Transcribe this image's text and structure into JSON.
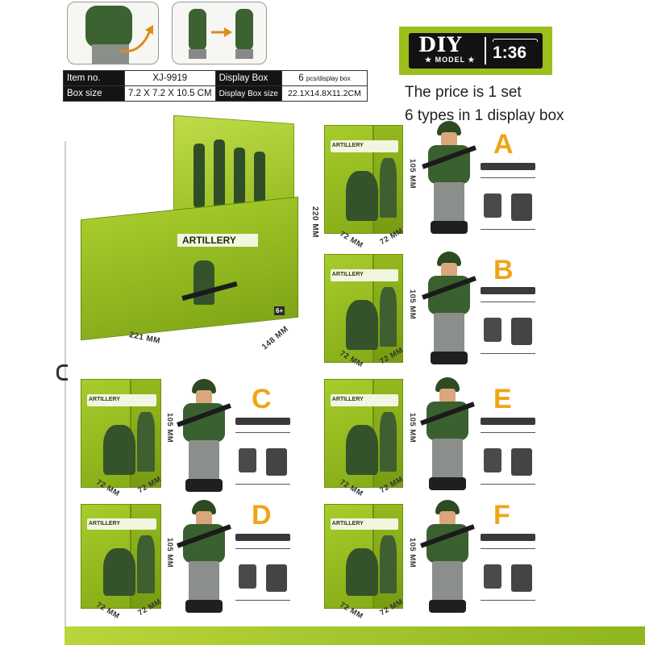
{
  "spec_table": {
    "rows": [
      {
        "label1": "Item no.",
        "value1": "XJ-9919",
        "label2": "Display Box",
        "value2_num": "6",
        "value2_unit": "pcs/display box"
      },
      {
        "label1": "Box size",
        "value1": "7.2 X 7.2 X 10.5 CM",
        "label2": "Display Box size",
        "value2_num": "22.1X14.8X11.2CM",
        "value2_unit": ""
      }
    ]
  },
  "badge": {
    "diy": "DIY",
    "model": "★ MODEL ★",
    "scale": "1:36"
  },
  "price_lines": [
    "The price is 1 set",
    "6 types in 1 display box"
  ],
  "display_box": {
    "brand": "ARTILLERY",
    "dim_height": "220 MM",
    "dim_width": "221 MM",
    "dim_depth": "148 MM",
    "age": "6+"
  },
  "variants": [
    {
      "letter": "A",
      "dim_h": "105 MM",
      "dim_w": "72 MM",
      "dim_d": "72 MM"
    },
    {
      "letter": "B",
      "dim_h": "105 MM",
      "dim_w": "72 MM",
      "dim_d": "72 MM"
    },
    {
      "letter": "C",
      "dim_h": "105 MM",
      "dim_w": "72 MM",
      "dim_d": "72 MM"
    },
    {
      "letter": "E",
      "dim_h": "105 MM",
      "dim_w": "72 MM",
      "dim_d": "72 MM"
    },
    {
      "letter": "D",
      "dim_h": "105 MM",
      "dim_w": "72 MM",
      "dim_d": "72 MM"
    },
    {
      "letter": "F",
      "dim_h": "105 MM",
      "dim_w": "72 MM",
      "dim_d": "72 MM"
    }
  ],
  "box_brand": "ARTILLERY",
  "colors": {
    "accent_green": "#9bbf1b",
    "letter_orange": "#f0a418",
    "table_dark": "#141414"
  }
}
